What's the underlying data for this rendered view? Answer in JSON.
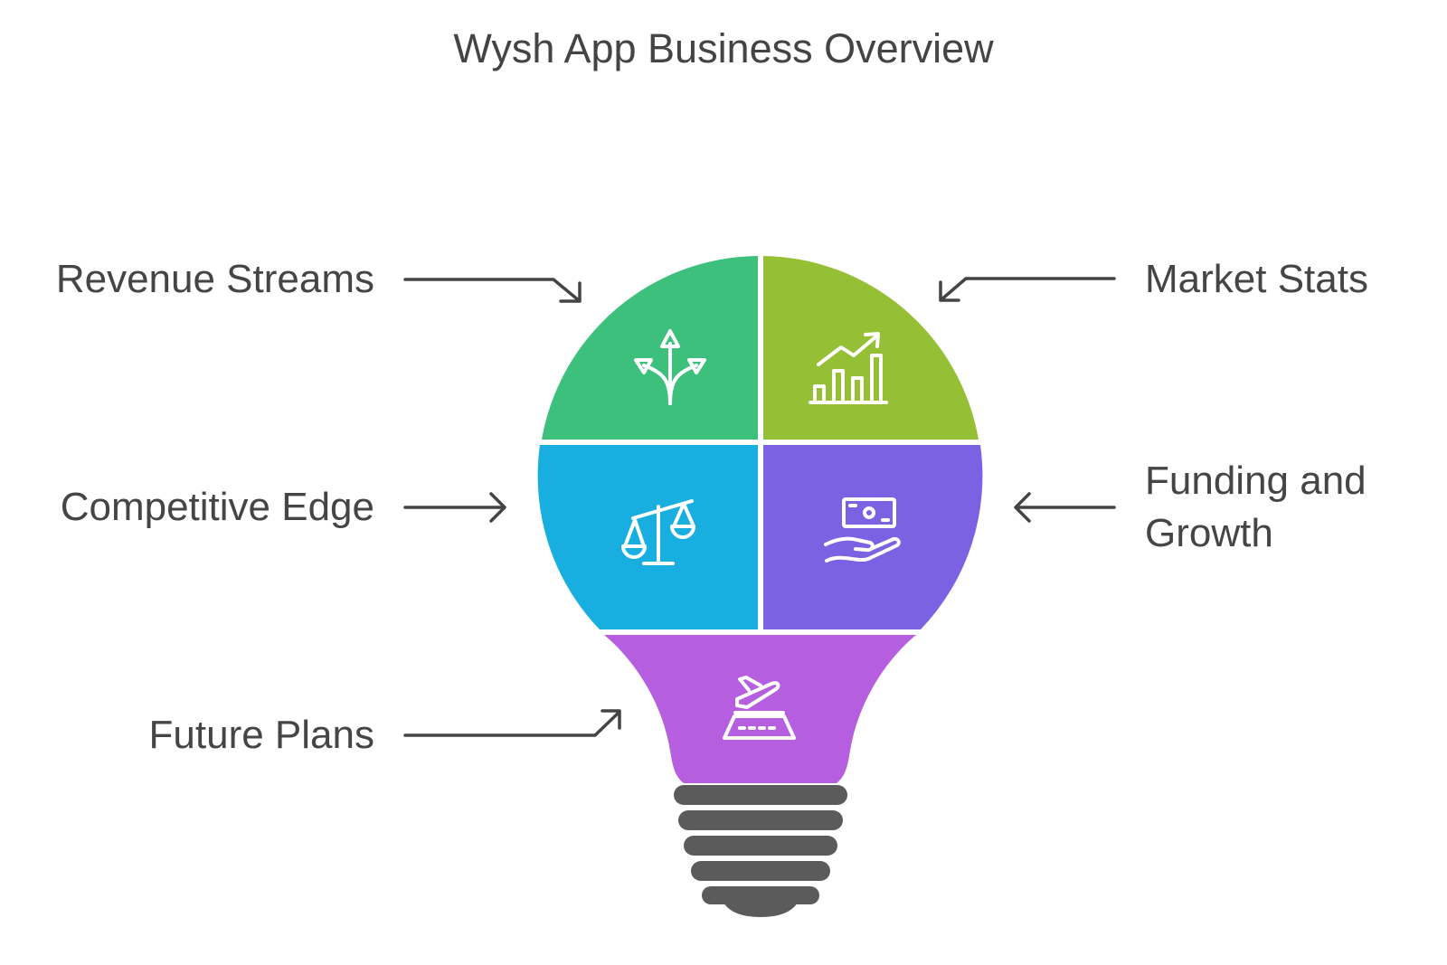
{
  "title": "Wysh App Business Overview",
  "colors": {
    "revenue": "#3cc07c",
    "market": "#95c035",
    "competitive": "#19aee0",
    "funding": "#7b62e2",
    "future": "#b55ee0",
    "base": "#5b5b5b",
    "arrow": "#444444"
  },
  "sections": {
    "revenue": {
      "label": "Revenue Streams",
      "icon": "branching-arrows-icon"
    },
    "market": {
      "label": "Market Stats",
      "icon": "growth-chart-icon"
    },
    "competitive": {
      "label": "Competitive Edge",
      "icon": "balance-scale-icon"
    },
    "funding": {
      "label_line1": "Funding and",
      "label_line2": "Growth",
      "icon": "money-hand-icon"
    },
    "future": {
      "label": "Future Plans",
      "icon": "airplane-takeoff-icon"
    }
  }
}
